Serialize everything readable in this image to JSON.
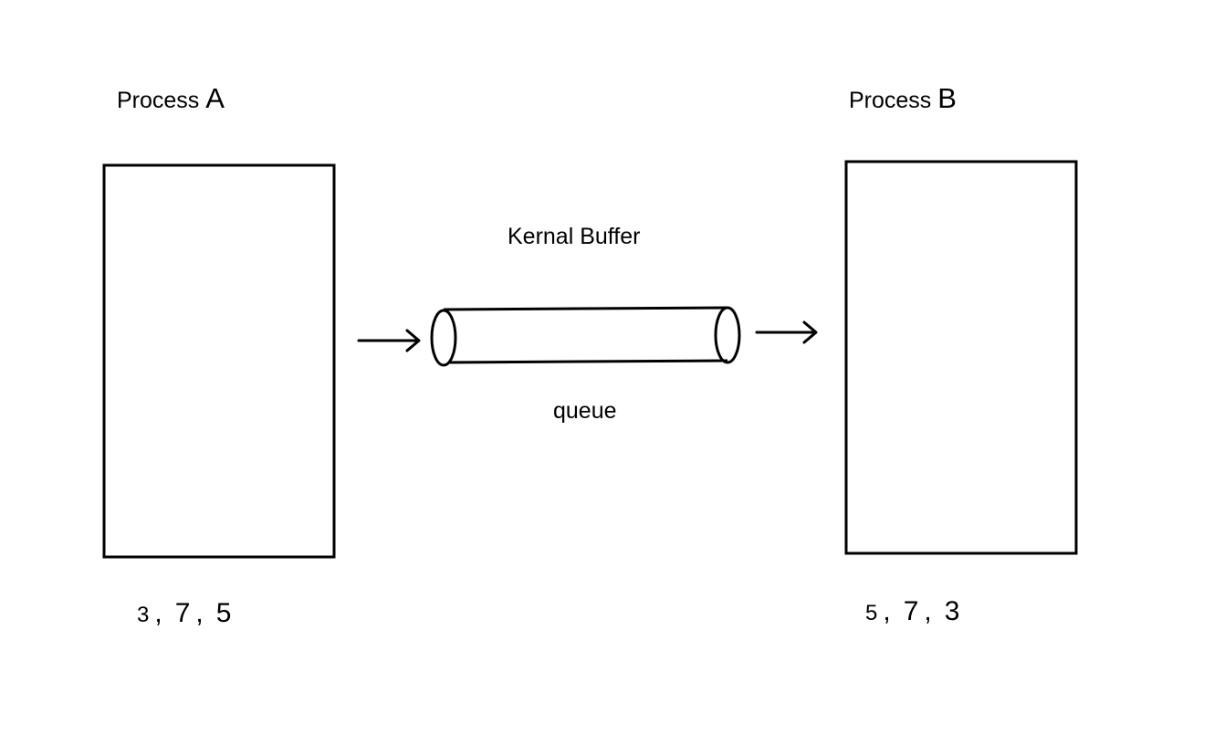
{
  "process_a": {
    "title_prefix": "Process",
    "title_letter": "A",
    "sequence": [
      "3",
      "7",
      "5"
    ],
    "separator": ","
  },
  "process_b": {
    "title_prefix": "Process",
    "title_letter": "B",
    "sequence": [
      "5",
      "7",
      "3"
    ],
    "separator": ","
  },
  "buffer": {
    "title": "Kernal Buffer",
    "caption": "queue"
  },
  "colors": {
    "stroke": "#000000",
    "background": "#ffffff"
  }
}
